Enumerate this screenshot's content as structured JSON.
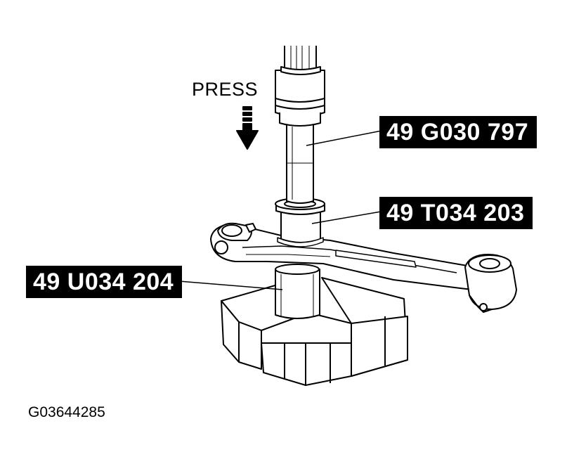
{
  "annotation": {
    "press": "PRESS"
  },
  "callouts": [
    {
      "id": "g030",
      "text": "49 G030 797"
    },
    {
      "id": "t034",
      "text": "49 T034 203"
    },
    {
      "id": "u034",
      "text": "49 U034 204"
    }
  ],
  "figure_id": "G03644285",
  "colors": {
    "ink": "#000000",
    "paper": "#ffffff"
  }
}
